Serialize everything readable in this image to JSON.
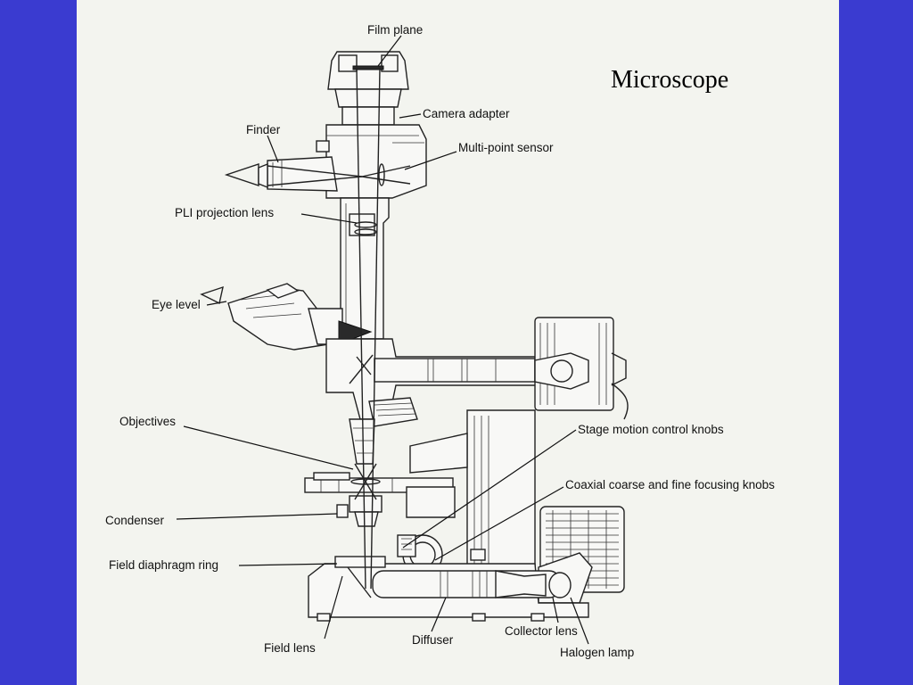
{
  "slide": {
    "title": "Microscope",
    "background": "#3a3bd0",
    "panel_color": "#f3f4ef"
  },
  "labels": {
    "film_plane": "Film plane",
    "camera_adapter": "Camera adapter",
    "finder": "Finder",
    "multi_point_sensor": "Multi-point sensor",
    "pli_projection_lens": "PLI projection lens",
    "eye_level": "Eye level",
    "objectives": "Objectives",
    "stage_motion_control_knobs": "Stage motion control knobs",
    "coaxial_focusing_knobs": "Coaxial coarse and fine focusing knobs",
    "condenser": "Condenser",
    "field_diaphragm_ring": "Field diaphragm ring",
    "field_lens": "Field lens",
    "diffuser": "Diffuser",
    "collector_lens": "Collector lens",
    "halogen_lamp": "Halogen lamp"
  }
}
